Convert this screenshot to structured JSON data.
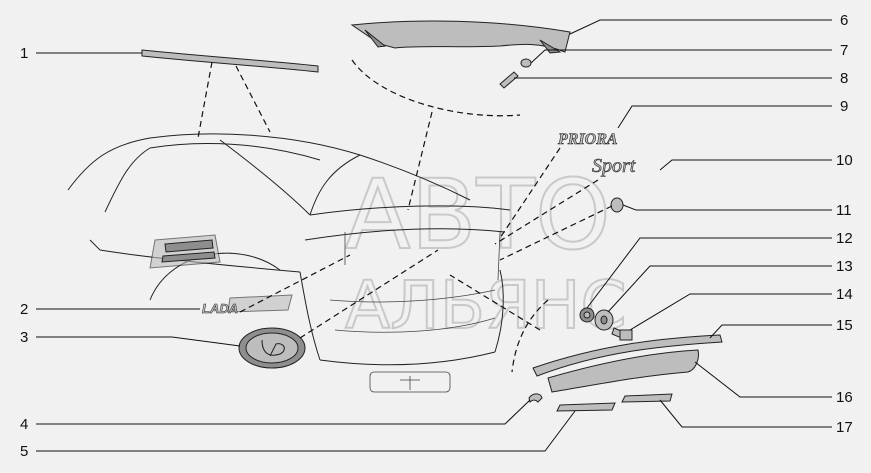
{
  "diagram": {
    "callouts": [
      {
        "num": "1"
      },
      {
        "num": "2"
      },
      {
        "num": "3"
      },
      {
        "num": "4"
      },
      {
        "num": "5"
      },
      {
        "num": "6"
      },
      {
        "num": "7"
      },
      {
        "num": "8"
      },
      {
        "num": "9"
      },
      {
        "num": "10"
      },
      {
        "num": "11"
      },
      {
        "num": "12"
      },
      {
        "num": "13"
      },
      {
        "num": "14"
      },
      {
        "num": "15"
      },
      {
        "num": "16"
      },
      {
        "num": "17"
      }
    ],
    "emblems": {
      "priora": "PRIORA",
      "sport": "Sport",
      "lada": "LADA"
    }
  },
  "watermark": {
    "line1": "АВТО",
    "line2": "АЛЬЯНС"
  }
}
